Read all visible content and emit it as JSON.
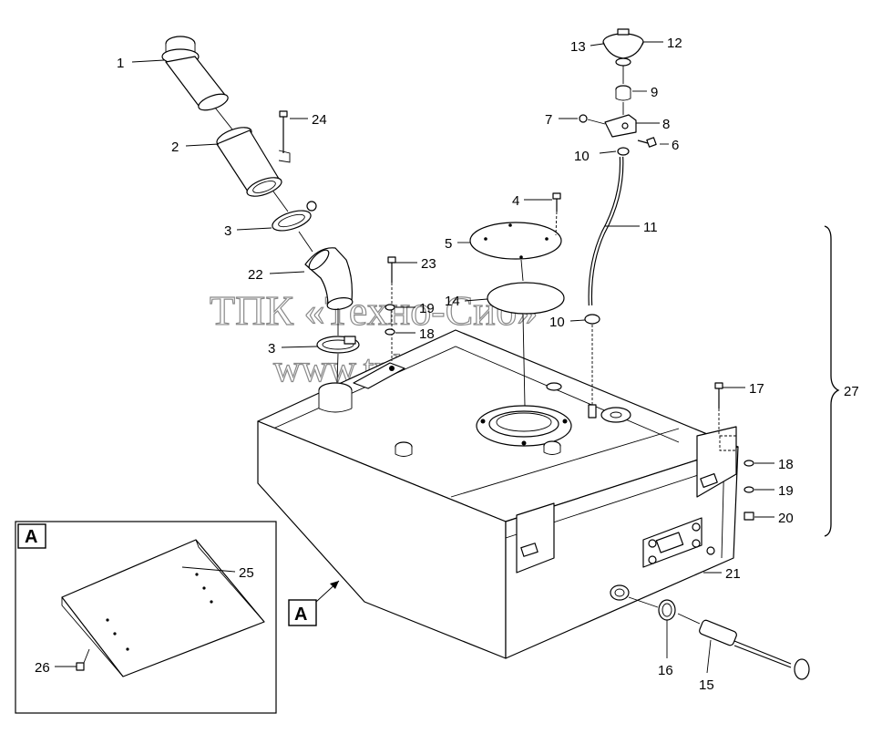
{
  "watermark": {
    "line1": "ТПК «Техно-Сиб»",
    "line2": "www.tpkts.ru"
  },
  "view_tag": "A",
  "callouts": {
    "c1": "1",
    "c2": "2",
    "c3a": "3",
    "c3b": "3",
    "c4": "4",
    "c5": "5",
    "c6": "6",
    "c7": "7",
    "c8": "8",
    "c9": "9",
    "c10a": "10",
    "c10b": "10",
    "c11": "11",
    "c12": "12",
    "c13": "13",
    "c14": "14",
    "c15": "15",
    "c16": "16",
    "c17": "17",
    "c18a": "18",
    "c18b": "18",
    "c19a": "19",
    "c19b": "19",
    "c20": "20",
    "c21": "21",
    "c22": "22",
    "c23": "23",
    "c24": "24",
    "c25": "25",
    "c26": "26",
    "c27": "27"
  }
}
